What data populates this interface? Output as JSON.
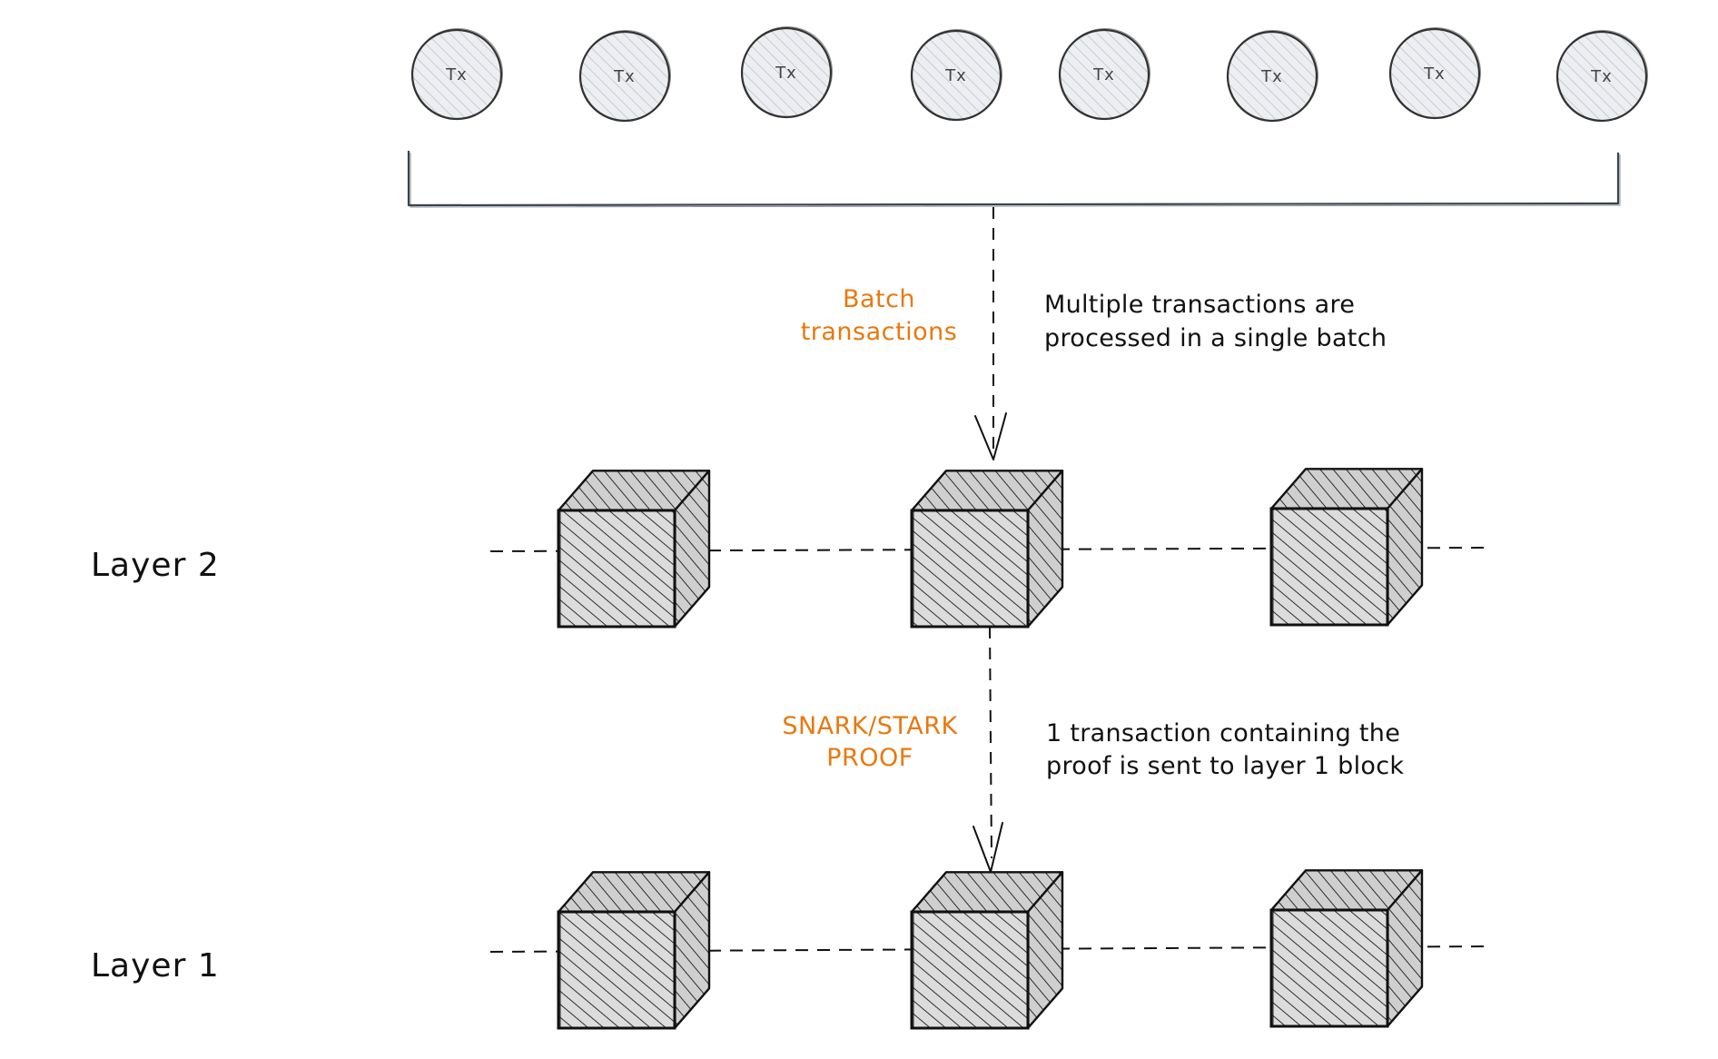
{
  "colors": {
    "accent": "#e8790f",
    "ink": "#111111",
    "tx_fill": "#e9ebee",
    "cube_fill": "#d9d9d9"
  },
  "transactions": [
    {
      "label": "Tx"
    },
    {
      "label": "Tx"
    },
    {
      "label": "Tx"
    },
    {
      "label": "Tx"
    },
    {
      "label": "Tx"
    },
    {
      "label": "Tx"
    },
    {
      "label": "Tx"
    },
    {
      "label": "Tx"
    }
  ],
  "batch_step": {
    "label_lines": [
      "Batch",
      "transactions"
    ],
    "note_lines": [
      "Multiple transactions are",
      "processed in a single batch"
    ]
  },
  "proof_step": {
    "label_lines": [
      "SNARK/STARK",
      "PROOF"
    ],
    "note_lines": [
      "1 transaction containing the",
      "proof is sent to layer 1 block"
    ]
  },
  "layers": [
    {
      "label": "Layer 2",
      "blocks": 3
    },
    {
      "label": "Layer 1",
      "blocks": 3
    }
  ]
}
